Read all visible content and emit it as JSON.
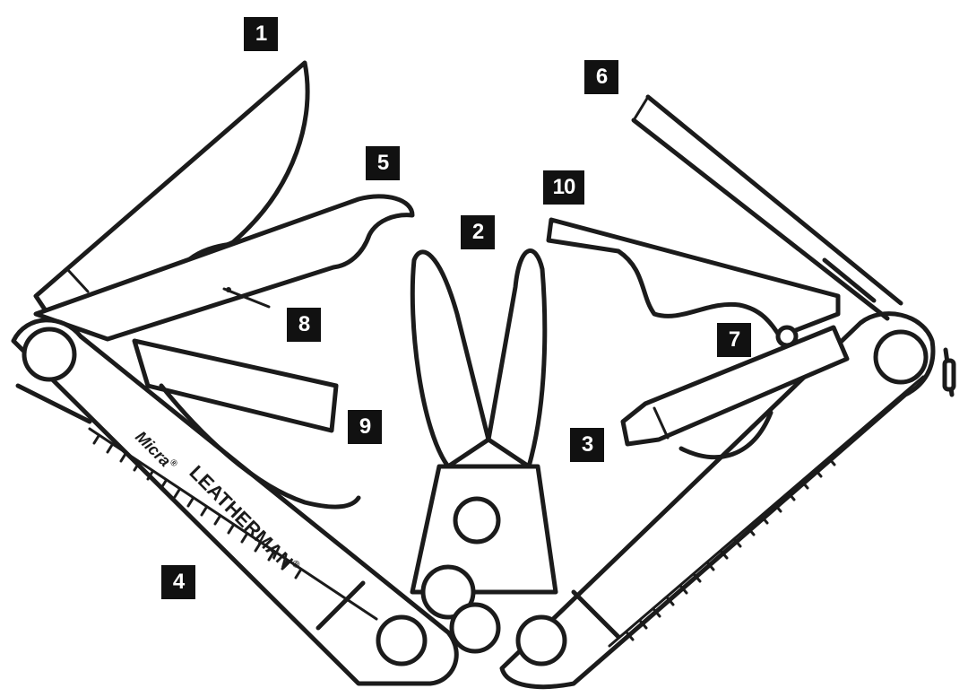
{
  "callouts": [
    {
      "number": "1"
    },
    {
      "number": "2"
    },
    {
      "number": "3"
    },
    {
      "number": "4"
    },
    {
      "number": "5"
    },
    {
      "number": "6"
    },
    {
      "number": "7"
    },
    {
      "number": "8"
    },
    {
      "number": "9"
    },
    {
      "number": "10"
    }
  ],
  "brand": {
    "name": "LEATHERMAN",
    "registered": "®",
    "model": "Micra",
    "model_mark": "®"
  }
}
